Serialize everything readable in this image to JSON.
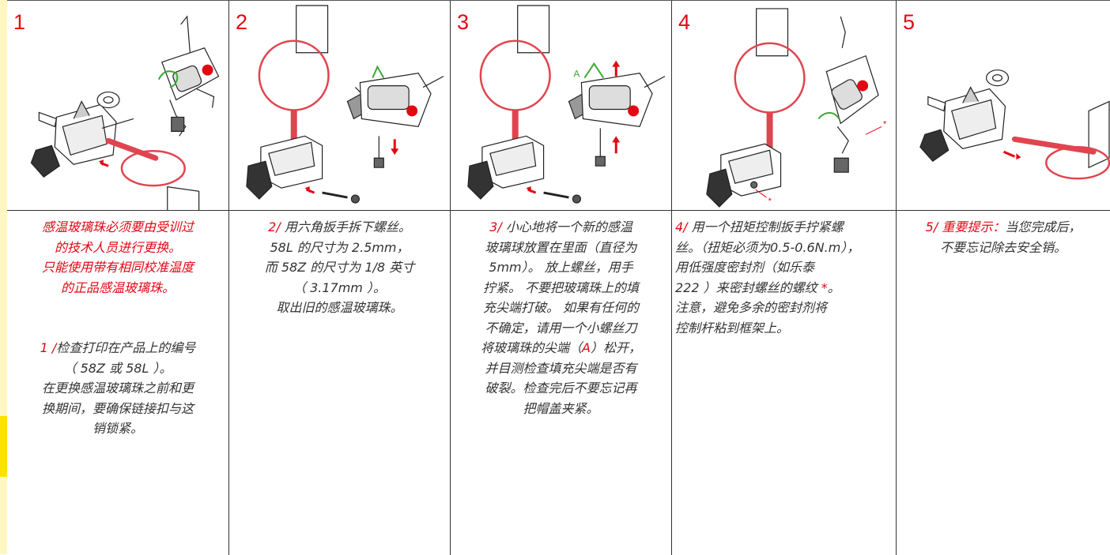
{
  "colors": {
    "accent_red": "#e30613",
    "text": "#333333",
    "highlight_yellow": "#ffe100",
    "ring_red": "#e0454f",
    "green": "#3aa935"
  },
  "steps": [
    {
      "number": "1",
      "intro": [
        "感温玻璃珠必须要由受训过",
        "的技术人员进行更换。",
        "只能使用带有相同校准温度",
        "的正品感温玻璃珠。"
      ],
      "prefix": "1 /",
      "lines": [
        "检查打印在产品上的编号",
        "（ 58Z 或 58L ）。",
        "在更换感温玻璃珠之前和更",
        "换期间，要确保链接扣与这",
        "销锁紧。"
      ]
    },
    {
      "number": "2",
      "prefix": "2/",
      "lines": [
        " 用六角扳手拆下螺丝。",
        "58L 的尺寸为 2.5mm，",
        "而 58Z 的尺寸为 1/8 英寸",
        "（ 3.17mm ）。",
        "取出旧的感温玻璃珠。"
      ]
    },
    {
      "number": "3",
      "label_a": "A",
      "prefix": "3/",
      "lines": [
        " 小心地将一个新的感温",
        "玻璃球放置在里面（直径为",
        "5mm）。 放上螺丝，用手",
        "拧紧。 不要把玻璃珠上的填",
        "充尖端打破。 如果有任何的",
        "不确定，请用一个小螺丝刀"
      ],
      "a_pre": "将玻璃珠的尖端（",
      "a_letter": "A",
      "a_post": "）松开，",
      "lines_end": [
        "并目测检查填充尖端是否有",
        "破裂。检查完后不要忘记再",
        "把帽盖夹紧。"
      ]
    },
    {
      "number": "4",
      "marker": "*",
      "prefix": "4/",
      "line1": " 用一个扭矩控制扳手拧紧螺",
      "line2": "丝。（扭矩必须为",
      "torque": "0.5-0.6N.m",
      "line2_end": "），",
      "line3": "用低强度密封剂（如乐泰",
      "line4_pre": "222 ）来密封螺丝的螺纹 ",
      "star": "*",
      "line4_end": "。",
      "lines_end": [
        "注意，避免多余的密封剂将",
        "控制杆粘到框架上。"
      ]
    },
    {
      "number": "5",
      "prefix": "5/",
      "highlight": " 重要提示：",
      "line1_end": "当您完成后，",
      "line2": "不要忘记除去安全销。"
    }
  ]
}
